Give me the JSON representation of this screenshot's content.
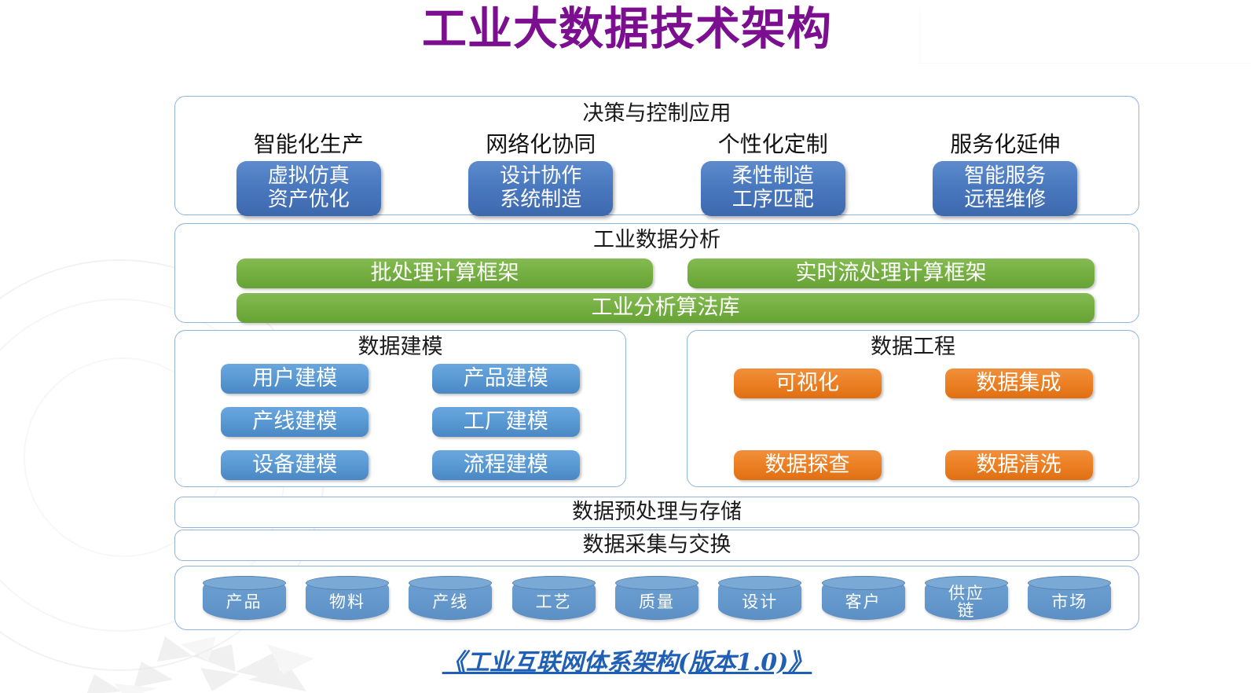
{
  "slide": {
    "title": "工业大数据技术架构",
    "title_color": "#7b0f8f",
    "footer_link": "《工业互联网体系架构(版本1.0)》",
    "footer_link_color": "#1f5fb5"
  },
  "colors": {
    "panel_border": "#8fb3dc",
    "blue_pill": "#4a79bf",
    "green_bar": "#76b043",
    "mid_blue": "#5b9bd5",
    "orange": "#ed8126",
    "cylinder": "#6498cc"
  },
  "layers": {
    "applications": {
      "title": "决策与控制应用",
      "columns": [
        {
          "label": "智能化生产",
          "line1": "虚拟仿真",
          "line2": "资产优化"
        },
        {
          "label": "网络化协同",
          "line1": "设计协作",
          "line2": "系统制造"
        },
        {
          "label": "个性化定制",
          "line1": "柔性制造",
          "line2": "工序匹配"
        },
        {
          "label": "服务化延伸",
          "line1": "智能服务",
          "line2": "远程维修"
        }
      ]
    },
    "analytics": {
      "title": "工业数据分析",
      "batch": "批处理计算框架",
      "stream": "实时流处理计算框架",
      "algorithms": "工业分析算法库"
    },
    "modeling": {
      "title": "数据建模",
      "items": [
        "用户建模",
        "产品建模",
        "产线建模",
        "工厂建模",
        "设备建模",
        "流程建模"
      ]
    },
    "engineering": {
      "title": "数据工程",
      "items": [
        "可视化",
        "数据集成",
        "数据探查",
        "数据清洗"
      ]
    },
    "preprocess_bar": "数据预处理与存储",
    "collect_bar": "数据采集与交换",
    "sources": [
      "产品",
      "物料",
      "产线",
      "工艺",
      "质量",
      "设计",
      "客户",
      "供应\n链",
      "市场"
    ]
  }
}
